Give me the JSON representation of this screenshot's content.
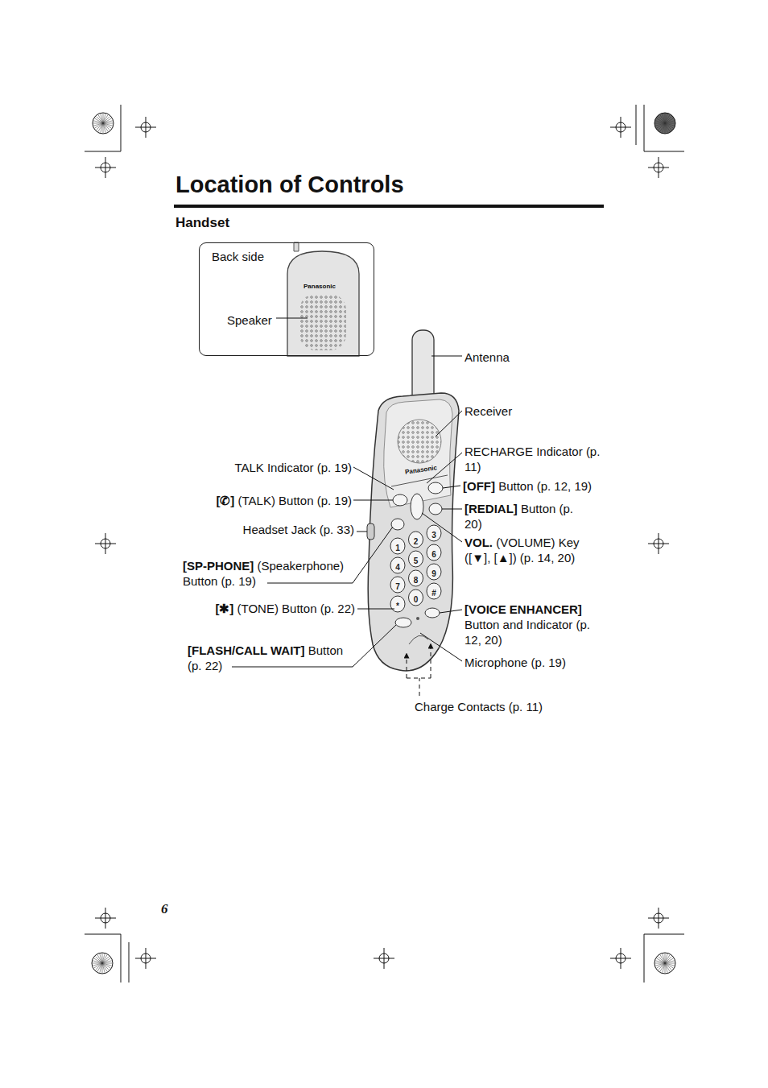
{
  "diagram": {
    "title": "Location of Controls",
    "nodes": [
      {
        "text": [
          "Back side",
          "Speaker"
        ]
      }
    ],
    "labels": [
      "Handset",
      "Antenna",
      "Receiver",
      "RECHARGE Indicator (p. 11)",
      "TALK Indicator (p. 19)",
      "[OFF]",
      "Button (p. 12, 19)",
      "[✆]",
      "(TALK) Button (p. 19)",
      "[REDIAL]",
      "Button (p. 20)",
      "Headset Jack (p. 33)",
      "VOL.",
      "(VOLUME) Key ([▼], [▲]) (p. 14, 20)",
      "[SP-PHONE]",
      "(Speakerphone) Button (p. 19)",
      "[✱]",
      "(TONE) Button (p. 22)",
      "[VOICE ENHANCER]",
      "Button and Indicator (p. 12, 20)",
      "[FLASH/CALL WAIT]",
      "Button (p. 22)",
      "Microphone (p. 19)",
      "Charge Contacts (p. 11)",
      "6",
      "Panasonic",
      "Panasonic",
      "1",
      "2",
      "3",
      "4",
      "5",
      "6",
      "7",
      "8",
      "9",
      "*",
      "0",
      "#"
    ]
  }
}
